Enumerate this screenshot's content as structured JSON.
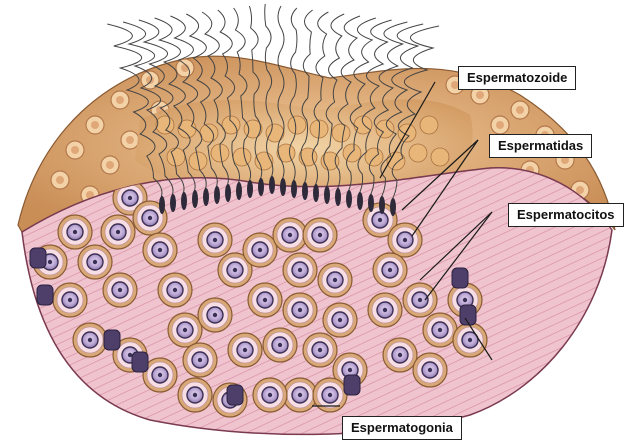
{
  "labels": {
    "espermatozoide": "Espermatozoide",
    "espermatidas": "Espermatidas",
    "espermatocitos": "Espermatocitos",
    "espermatogonia": "Espermatogonia"
  },
  "colors": {
    "tissue_pink": "#e9b7c4",
    "tubule_tan": "#d8a878",
    "cell_purple": "#5b4a78",
    "cell_ring": "#c8a070",
    "nucleus_dark": "#3a2f55",
    "tail": "#444444",
    "leader_line": "#1a1a1a"
  }
}
